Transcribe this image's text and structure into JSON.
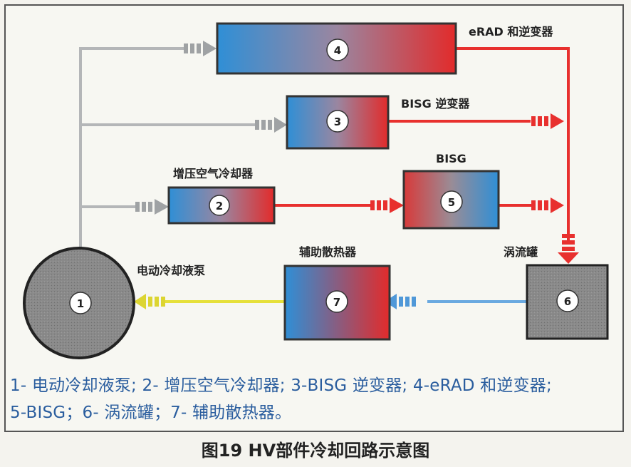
{
  "components": [
    {
      "id": "1",
      "name": "电动冷却液泵"
    },
    {
      "id": "2",
      "name": "增压空气冷却器"
    },
    {
      "id": "3",
      "name": "BISG 逆变器"
    },
    {
      "id": "4",
      "name": "eRAD 和逆变器"
    },
    {
      "id": "5",
      "name": "BISG"
    },
    {
      "id": "6",
      "name": "涡流罐"
    },
    {
      "id": "7",
      "name": "辅助散热器"
    }
  ],
  "legend": {
    "line1": "1- 电动冷却液泵; 2- 增压空气冷却器; 3-BISG 逆变器; 4-eRAD 和逆变器;",
    "line2": "5-BISG；6- 涡流罐；7- 辅助散热器。"
  },
  "caption": "图19 HV部件冷却回路示意图",
  "colors": {
    "cold_line": "#b4b6b8",
    "hot_line": "#e8302e",
    "return_line": "#6aa9e0",
    "pump_line": "#e6e03a",
    "box_blue": "#2f8fd6",
    "box_red": "#e22b2b",
    "legend_text": "#2a5d9e"
  }
}
